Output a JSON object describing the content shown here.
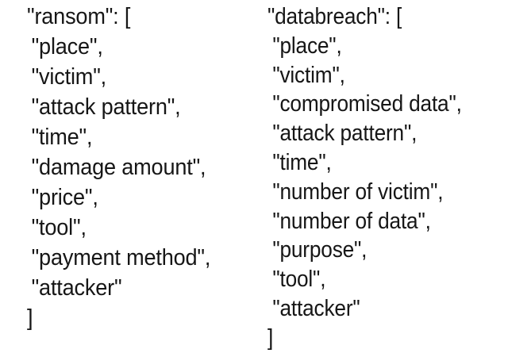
{
  "background_color": "#ffffff",
  "text_color": "#161616",
  "columns": [
    {
      "name": "ransom",
      "open_line": "\"ransom\": [",
      "close_line": "]",
      "items": [
        "\"place\",",
        "\"victim\",",
        "\"attack pattern\",",
        "\"time\",",
        "\"damage amount\",",
        "\"price\",",
        "\"tool\",",
        "\"payment method\",",
        "\"attacker\""
      ]
    },
    {
      "name": "databreach",
      "open_line": "\"databreach\": [",
      "close_line": "]",
      "items": [
        "\"place\",",
        "\"victim\",",
        "\"compromised data\",",
        "\"attack pattern\",",
        "\"time\",",
        "\"number of victim\",",
        "\"number of data\",",
        "\"purpose\",",
        "\"tool\",",
        "\"attacker\""
      ]
    }
  ]
}
